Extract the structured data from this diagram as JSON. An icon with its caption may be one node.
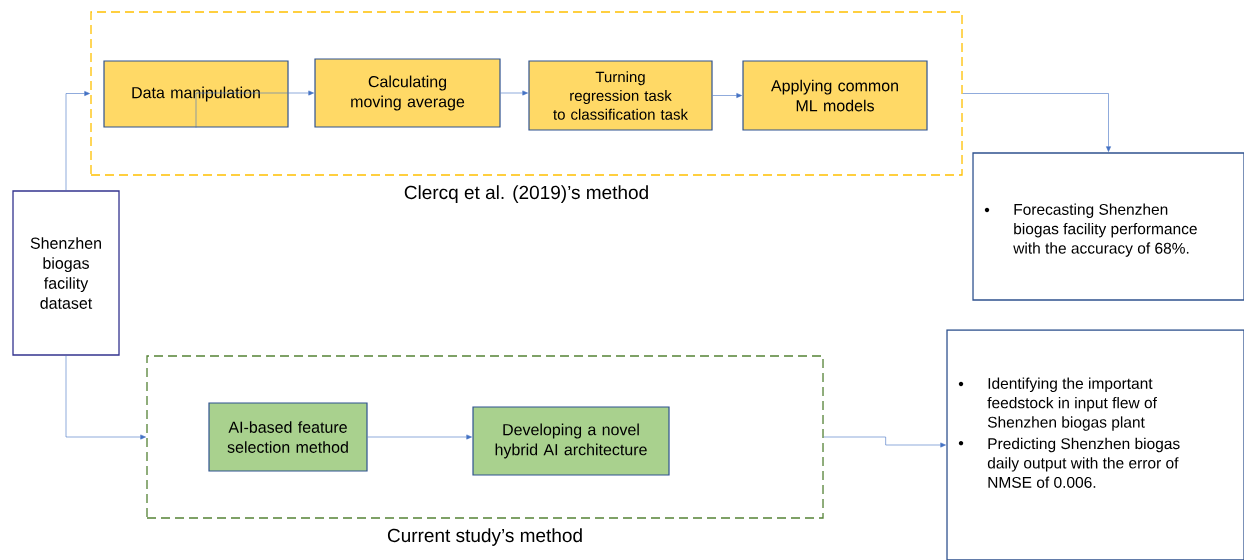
{
  "diagram": {
    "nodes": [
      {
        "text": [
          "Shenzhen biogas facility dataset"
        ]
      },
      {
        "text": [
          "Clercq et al. (2019)’s  method"
        ]
      },
      {
        "text": [
          "Data manipulation"
        ],
        "in": 1
      },
      {
        "text": [
          "Calculating moving average"
        ],
        "in": 1
      },
      {
        "text": [
          "Turning regression task to classification task"
        ],
        "in": 1
      },
      {
        "text": [
          "Applying common ML models"
        ],
        "in": 1
      },
      {
        "text": [
          "Forecasting Shenzhen biogas facility performance with the accuracy of 68%."
        ]
      },
      {
        "text": [
          "Current study’s method"
        ]
      },
      {
        "text": [
          "AI-based feature selection method"
        ],
        "in": 7
      },
      {
        "text": [
          "Developing a novel hybrid AI architecture"
        ],
        "in": 7
      },
      {
        "text": [
          "Identifying the important feedstock in input flew of Shenzhen biogas plant",
          "Predicting Shenzhen biogas daily output with the error of NMSE of 0.006."
        ]
      }
    ],
    "edges": [
      {
        "from": 0,
        "to": 1,
        "arrow": "to"
      },
      {
        "from": 2,
        "to": 3,
        "arrow": "to"
      },
      {
        "from": 3,
        "to": 4,
        "arrow": "to"
      },
      {
        "from": 4,
        "to": 5,
        "arrow": "to"
      },
      {
        "from": 1,
        "to": 6,
        "arrow": "to"
      },
      {
        "from": 0,
        "to": 7,
        "arrow": "to"
      },
      {
        "from": 8,
        "to": 9,
        "arrow": "to"
      },
      {
        "from": 7,
        "to": 10,
        "arrow": "to"
      }
    ]
  }
}
